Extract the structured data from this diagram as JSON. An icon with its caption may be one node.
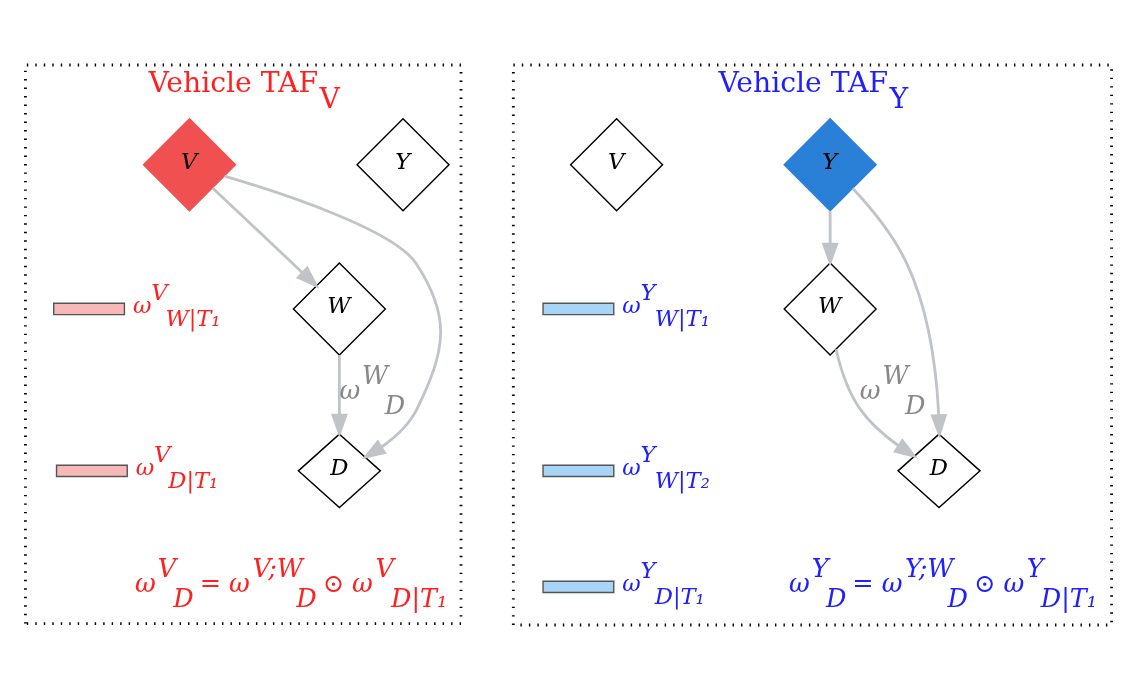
{
  "diagram": {
    "nodes": [
      {
        "text": [
          "Vehicle TAF$_{V}$"
        ]
      },
      {
        "text": [
          "V"
        ],
        "in": 0
      },
      {
        "text": [
          "Y"
        ],
        "in": 0
      },
      {
        "text": [],
        "shape": "bar",
        "beside": [
          "ω$^{V}$$_{W|T₁}$"
        ],
        "in": 0
      },
      {
        "text": [
          "W"
        ],
        "in": 0
      },
      {
        "text": [],
        "shape": "bar",
        "beside": [
          "ω$^{V}$$_{D|T₁}$"
        ],
        "in": 0
      },
      {
        "text": [
          "D"
        ],
        "in": 0
      },
      {
        "text": [
          "Vehicle TAF$_{Y}$"
        ]
      },
      {
        "text": [
          "V"
        ],
        "in": 7
      },
      {
        "text": [
          "Y"
        ],
        "in": 7
      },
      {
        "text": [],
        "shape": "bar",
        "beside": [
          "ω$^{Y}$$_{W|T₁}$"
        ],
        "in": 7
      },
      {
        "text": [],
        "shape": "bar",
        "beside": [
          "ω$^{Y}$$_{W|T₂}$"
        ],
        "in": 7
      },
      {
        "text": [
          "W"
        ],
        "in": 7
      },
      {
        "text": [],
        "shape": "bar",
        "beside": [
          "ω$^{Y}$$_{D|T₁}$"
        ],
        "in": 7
      },
      {
        "text": [
          "D"
        ],
        "in": 7
      }
    ],
    "edges": [
      {
        "from": 1,
        "to": 4,
        "arrow": "to"
      },
      {
        "from": 1,
        "to": 6,
        "arrow": "to"
      },
      {
        "from": 4,
        "to": 6,
        "arrow": "to",
        "label": "ω$^{W}$$_{D}$"
      },
      {
        "from": 9,
        "to": 12,
        "arrow": "to"
      },
      {
        "from": 9,
        "to": 14,
        "arrow": "to"
      },
      {
        "from": 12,
        "to": 14,
        "arrow": "to",
        "label": "ω$^{W}$$_{D}$"
      }
    ],
    "labels": [
      "ω$^{V}$$_{D}$ = ω$^{V;W}$$_{D}$ ⊙ ω$^{V}$$_{D|T₁}$",
      "ω$^{Y}$$_{D}$ = ω$^{Y;W}$$_{D}$ ⊙ ω$^{Y}$$_{D|T₁}$"
    ]
  }
}
